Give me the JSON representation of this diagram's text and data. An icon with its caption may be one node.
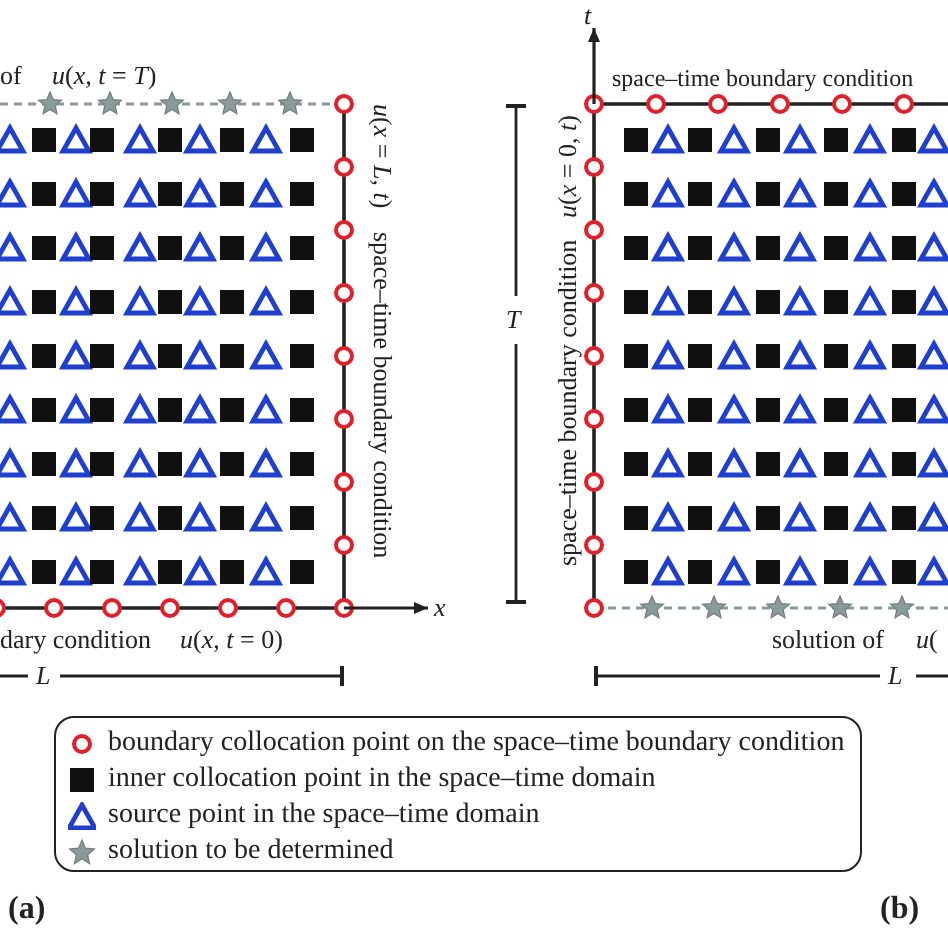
{
  "diagram": {
    "labels": [
      "of",
      "*u*(*x*, *t* = *T*)",
      "*u*(*x* = *L*, *t*)",
      "space–time boundary condition",
      "*x*",
      "dary condition",
      "*u*(*x*, *t* = 0)",
      "*L*",
      "*t*",
      "space–time boundary condition",
      "*T*",
      "*u*(*x* = 0, *t*)",
      "space–time boundary condition",
      "solution of",
      "*u*(",
      "*L*",
      "(a)",
      "(b)"
    ],
    "legend": [
      {
        "text": "boundary collocation point on the space–time boundary condition"
      },
      {
        "text": "inner collocation point in the space–time domain"
      },
      {
        "text": "source point in the space–time domain"
      },
      {
        "text": "solution to be determined"
      }
    ]
  }
}
